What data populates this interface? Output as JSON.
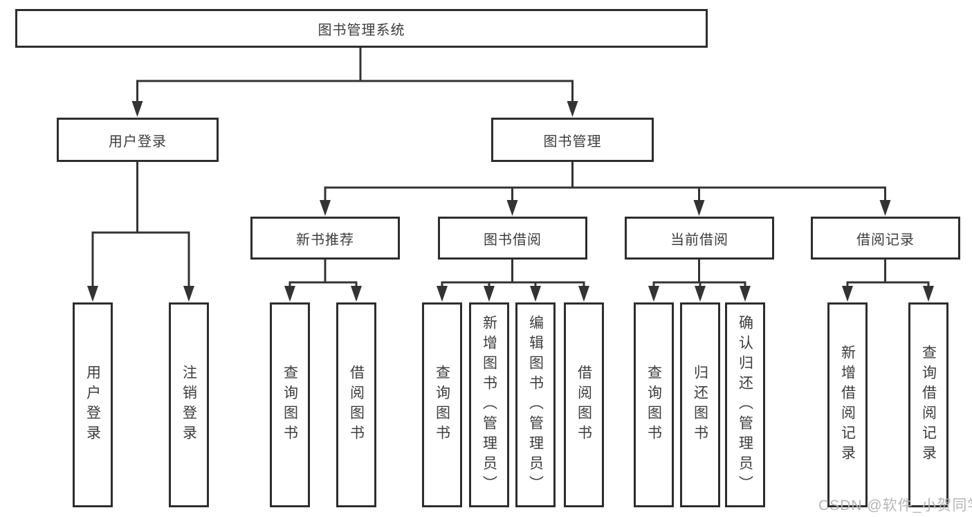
{
  "diagram": {
    "title": "图书管理系统",
    "level2": [
      "用户登录",
      "图书管理"
    ],
    "level3": [
      "新书推荐",
      "图书借阅",
      "当前借阅",
      "借阅记录"
    ],
    "leaves": [
      "用户登录",
      "注销登录",
      "查询图书",
      "借阅图书",
      "查询图书",
      "新增图书（管理员）",
      "编辑图书（管理员）",
      "借阅图书",
      "查询图书",
      "归还图书",
      "确认归还（管理员）",
      "新增借阅记录",
      "查询借阅记录"
    ],
    "watermark": "CSDN @软件_小贺同学",
    "colors": {
      "line": "#333333",
      "box_border": "#2d2d2d",
      "text": "#3c3c3c",
      "watermark": "#b5b5b5",
      "background": "#ffffff"
    }
  }
}
